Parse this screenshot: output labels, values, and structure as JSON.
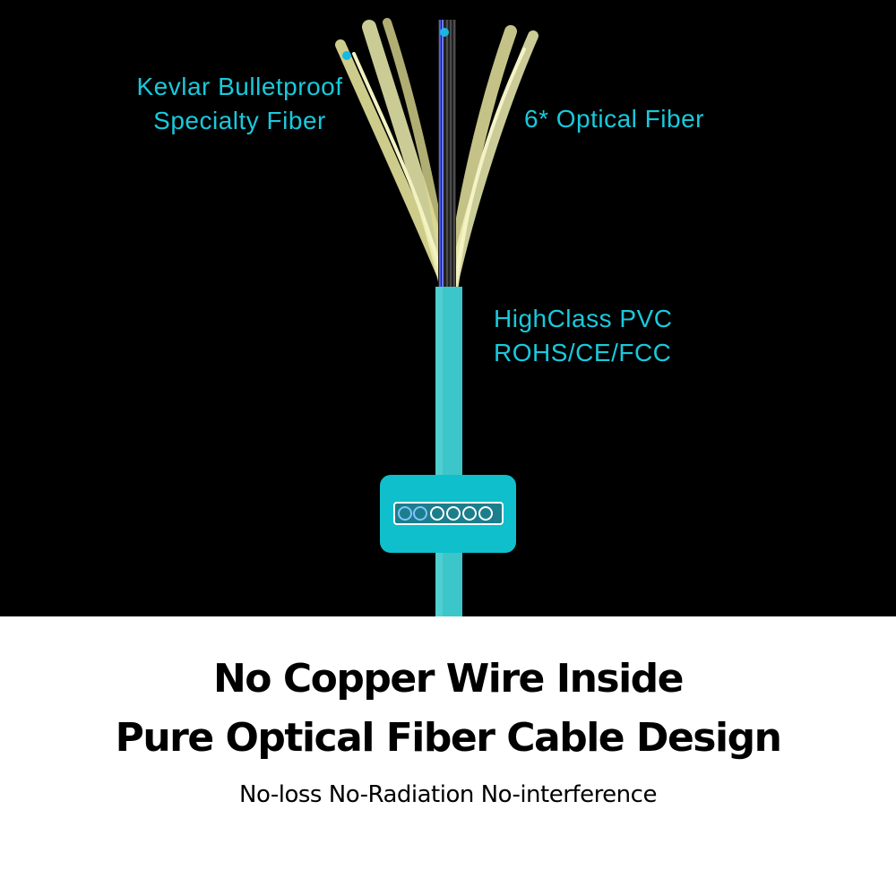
{
  "labels": {
    "kevlar_line1": "Kevlar Bulletproof",
    "kevlar_line2": "Specialty Fiber",
    "optical": "6* Optical Fiber",
    "pvc_line1": "HighClass PVC",
    "pvc_line2": "ROHS/CE/FCC"
  },
  "headline": {
    "line1": "No Copper Wire Inside",
    "line2": "Pure Optical Fiber Cable Design"
  },
  "subline": "No-loss  No-Radiation No-interference",
  "colors": {
    "accent": "#19c9dc",
    "cable": "#3cc6c9",
    "kevlar": "#e8e6a0",
    "background_top": "#000000"
  }
}
